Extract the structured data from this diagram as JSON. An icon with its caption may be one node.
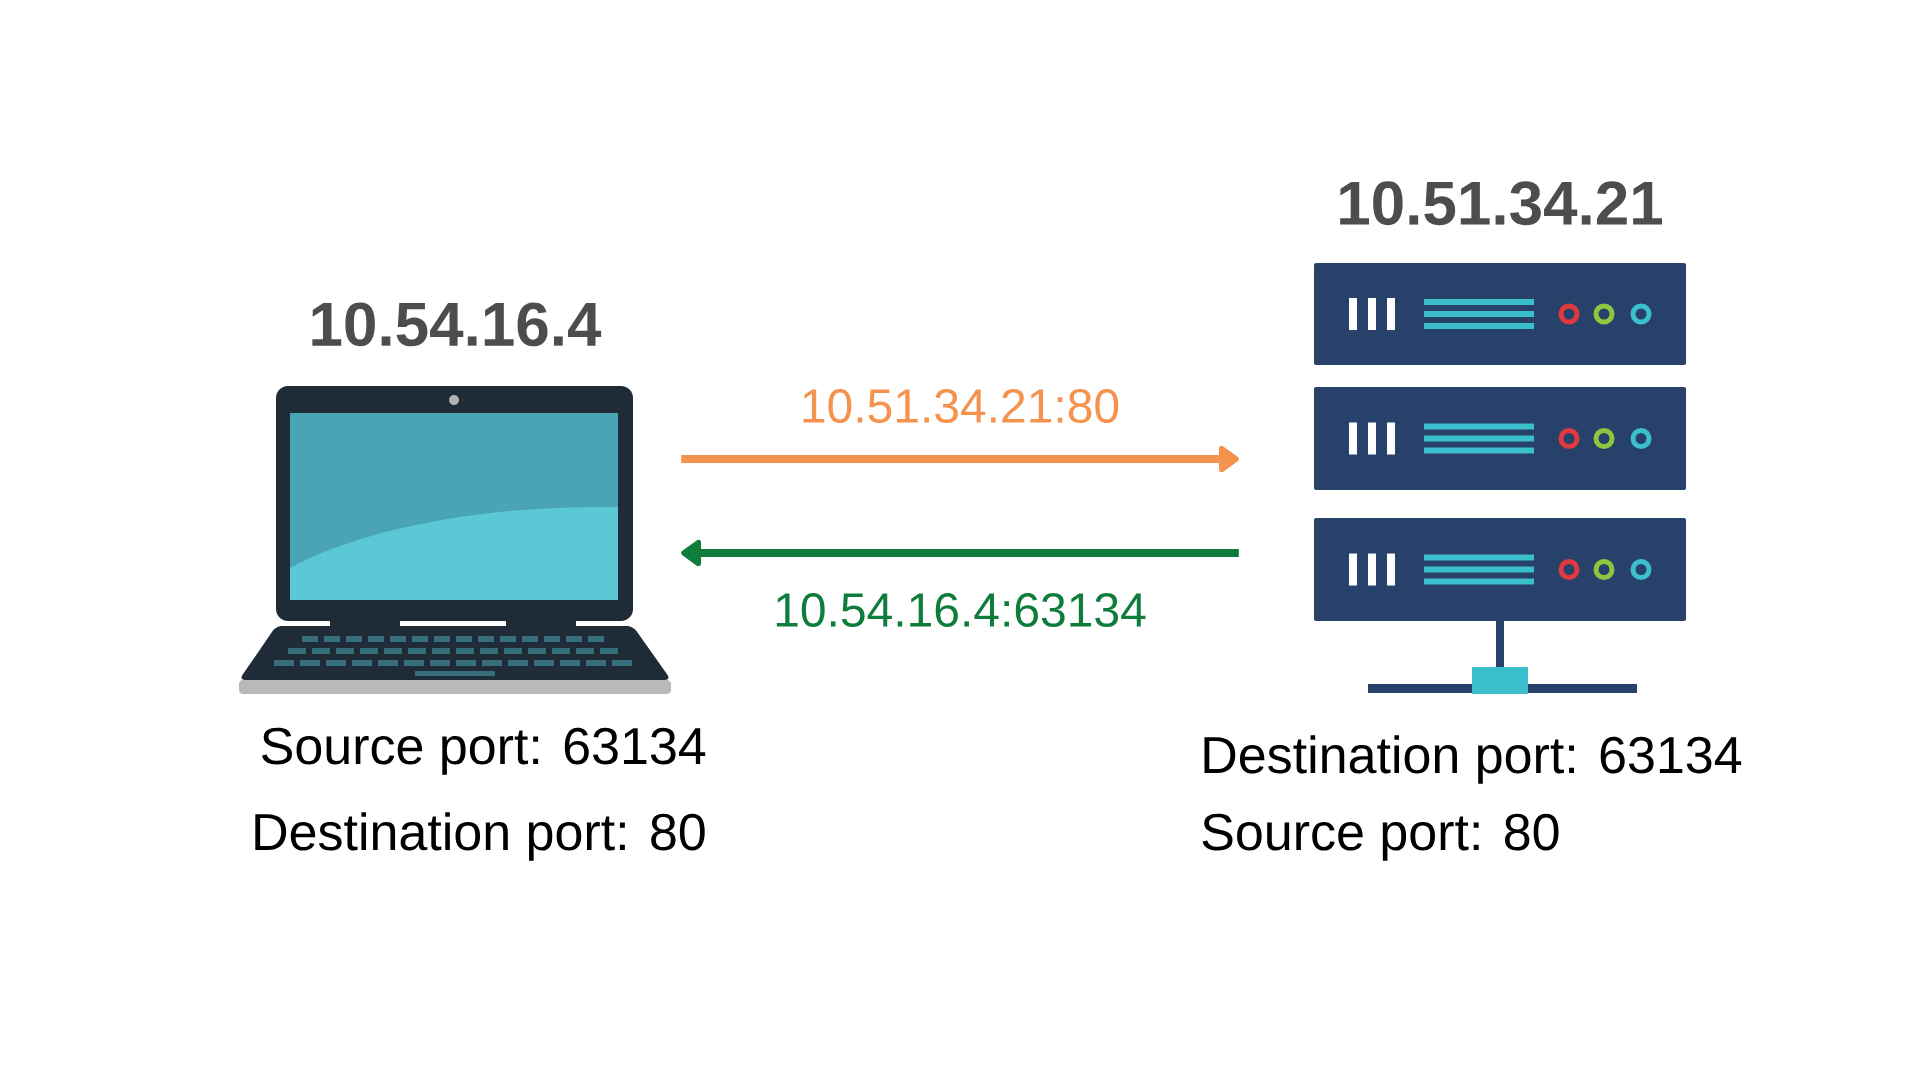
{
  "diagram": {
    "nodes": [
      {
        "text": [
          "10.54.16.4"
        ],
        "beside": [
          "Source port: 63134",
          "Destination port: 80"
        ]
      },
      {
        "text": [
          "10.51.34.21"
        ],
        "beside": [
          "Destination port: 63134",
          "Source port: 80"
        ]
      }
    ],
    "edges": [
      {
        "from": 0,
        "to": 1,
        "arrow": "to",
        "label": "10.51.34.21:80",
        "color": "#f5924e"
      },
      {
        "from": 1,
        "to": 0,
        "arrow": "to",
        "label": "10.54.16.4:63134",
        "color": "#0e7d3b"
      }
    ]
  }
}
